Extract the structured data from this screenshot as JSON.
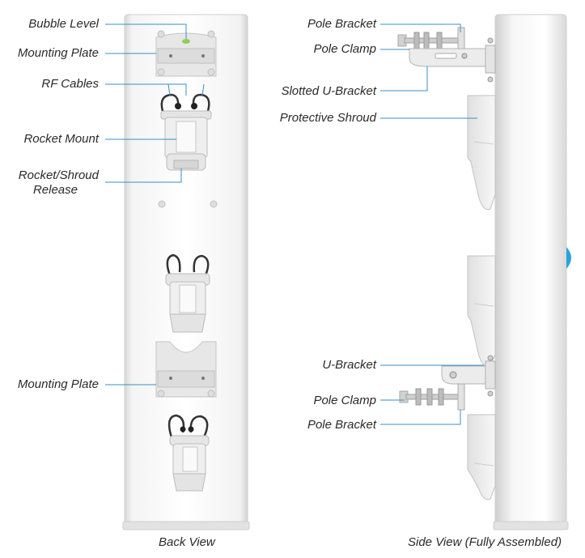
{
  "back_view": {
    "caption": "Back View",
    "labels": {
      "bubble_level": "Bubble Level",
      "mounting_plate_top": "Mounting Plate",
      "rf_cables": "RF Cables",
      "rocket_mount": "Rocket Mount",
      "release_line1": "Rocket/Shroud",
      "release_line2": "Release",
      "mounting_plate_bottom": "Mounting Plate"
    }
  },
  "side_view": {
    "caption": "Side View (Fully Assembled)",
    "labels": {
      "pole_bracket_top": "Pole Bracket",
      "pole_clamp_top": "Pole Clamp",
      "slotted_u_bracket": "Slotted U-Bracket",
      "protective_shroud": "Protective Shroud",
      "u_bracket": "U-Bracket",
      "pole_clamp_bottom": "Pole Clamp",
      "pole_bracket_bottom": "Pole Bracket"
    }
  },
  "colors": {
    "leader_line": "#3a8fc4",
    "accent_blue": "#2aa3d8",
    "bubble": "#8cd05a"
  }
}
